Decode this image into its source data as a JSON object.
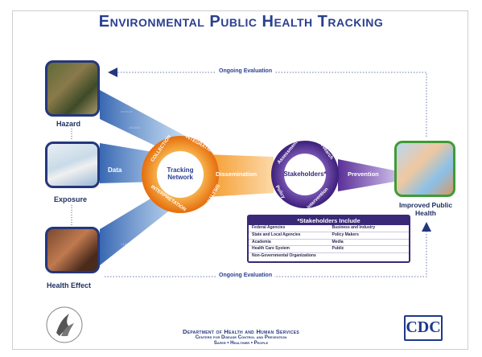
{
  "title": "Environmental Public Health Tracking",
  "inputs": {
    "hazard": "Hazard",
    "exposure": "Exposure",
    "health_effect": "Health Effect",
    "data": "Data"
  },
  "cycle": {
    "center": "Tracking Network",
    "steps": [
      "COLLECTION",
      "INTEGRATION",
      "ANALYSIS",
      "INTERPRETATION"
    ]
  },
  "dissemination": "Dissemination",
  "stakeholders": {
    "center": "Stakeholders*",
    "steps": [
      "Assessment",
      "Research",
      "Intervention",
      "Policy"
    ]
  },
  "prevention": "Prevention",
  "outcome": "Improved Public Health",
  "evaluation_top": "Ongoing Evaluation",
  "evaluation_bottom": "Ongoing Evaluation",
  "stakeholders_table": {
    "header": "*Stakeholders Include",
    "rows": [
      [
        "Federal Agencies",
        "Business and Industry"
      ],
      [
        "State and Local Agencies",
        "Policy Makers"
      ],
      [
        "Academia",
        "Media"
      ],
      [
        "Health Care System",
        "Public"
      ],
      [
        "Non-Governmental Organizations",
        ""
      ]
    ]
  },
  "footer": {
    "dept": "Department of Health and Human Services",
    "centers": "Centers for Disease Control and Prevention",
    "tagline": "Safer • Healthier • People",
    "cdc_logo": "CDC"
  },
  "colors": {
    "title": "#2a3f8f",
    "blue_beam": "#4a7fc1",
    "orange": "#f08a1c",
    "purple": "#4a2a88",
    "green": "#3f9c35"
  }
}
